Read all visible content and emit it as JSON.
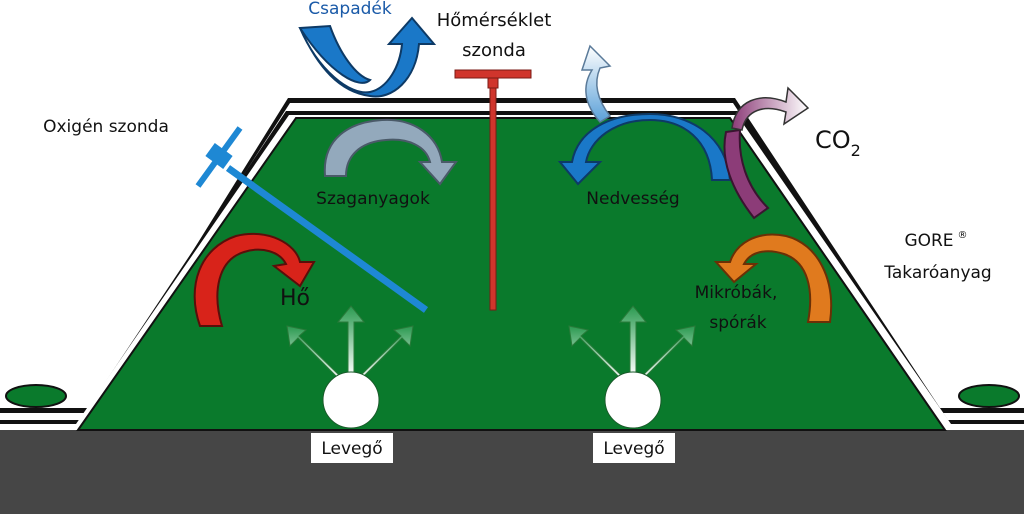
{
  "labels": {
    "csapadek": "Csapadék",
    "homerseklet_line1": "Hőmérséklet",
    "homerseklet_line2": "szonda",
    "oxigen": "Oxigén szonda",
    "co2_main": "CO",
    "co2_sub": "2",
    "szaganyagok": "Szaganyagok",
    "nedvesseg": "Nedvesség",
    "ho": "Hő",
    "gore_line1": "GORE",
    "gore_mark": "®",
    "gore_line2": "Takaróanyag",
    "mikrobak_line1": "Mikróbák,",
    "mikrobak_line2": "spórák",
    "levego_left": "Levegő",
    "levego_right": "Levegő"
  },
  "colors": {
    "compost_green": "#0a7a2c",
    "ground_dark": "#464646",
    "cover_white": "#ffffff",
    "outline_black": "#111111",
    "probe_red": "#d0352c",
    "probe_blue": "#1e88d4",
    "arrow_blue": "#1a78c8",
    "arrow_gray": "#93a9bc",
    "arrow_red": "#d8231a",
    "arrow_orange": "#e07a1e",
    "arrow_purple": "#8c3c78"
  }
}
